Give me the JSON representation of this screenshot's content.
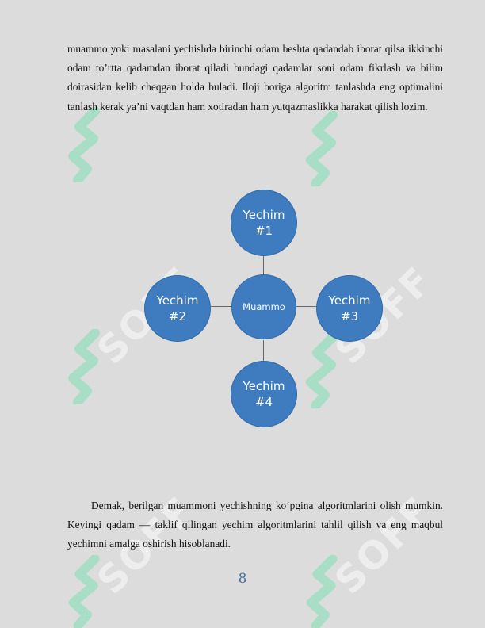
{
  "paragraph1": "muammo yoki masalani yechishda birinchi odam beshta qadandab iborat qilsa ikkinchi odam to’rtta qadamdan iborat qiladi bundagi qadamlar soni odam fikrlash va bilim doirasidan kelib cheqgan holda buladi. Iloji boriga algoritm tanlashda eng optimalini tanlash kerak ya’ni vaqtdan ham xotiradan ham yutqazmaslikka harakat qilish lozim.",
  "diagram": {
    "center": "Muammo",
    "solutions": [
      {
        "line1": "Yechim",
        "line2": "#1"
      },
      {
        "line1": "Yechim",
        "line2": "#2"
      },
      {
        "line1": "Yechim",
        "line2": "#3"
      },
      {
        "line1": "Yechim",
        "line2": "#4"
      }
    ],
    "node_color": "#3e7cbf"
  },
  "paragraph2": "Demak, berilgan muammoni yechishning ko‘pgina algoritmlarini olish mumkin. Keyingi qadam — taklif qilingan yechim algoritmlarini tahlil qilish va eng maqbul yechimni amalga oshirish hisoblanadi.",
  "page_number": "8",
  "watermark": {
    "text": "SOFF",
    "color": "#ffffff",
    "logo_color": "#7fe0b5"
  }
}
